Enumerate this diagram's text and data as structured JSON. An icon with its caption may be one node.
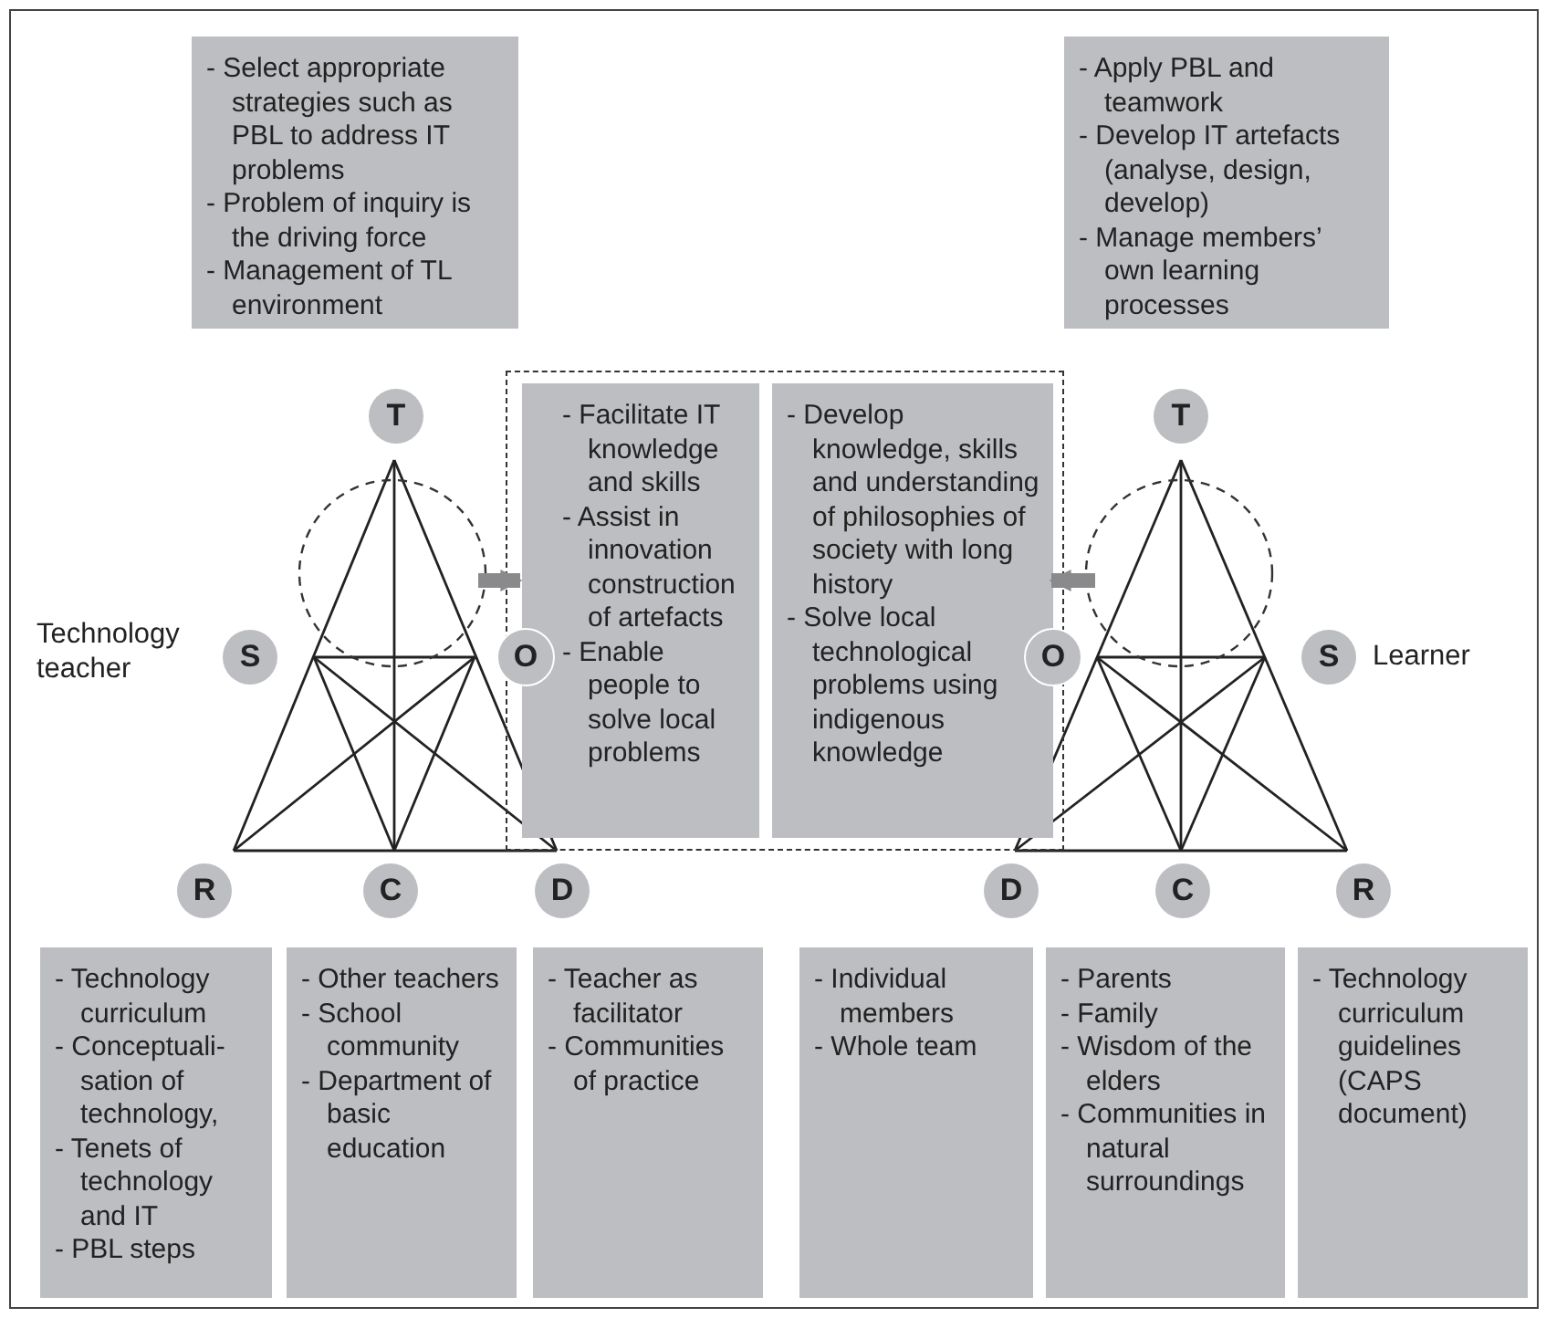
{
  "diagram": {
    "nodes": [
      {
        "text": [
          "- Select appropriate strategies such as PBL to address IT problems",
          "- Problem of inquiry is the driving force",
          "- Management of TL environment"
        ]
      },
      {
        "text": [
          "- Apply PBL and teamwork",
          "- Develop IT artefacts (analyse, design, develop)",
          "- Manage members’ own learning processes"
        ]
      },
      {
        "text": [],
        "shape": "box"
      },
      {
        "text": [
          "- Facilitate IT knowledge and skills",
          "- Assist in innovation construction of artefacts",
          "- Enable people to solve local problems"
        ],
        "in": 2
      },
      {
        "text": [
          "- Develop knowledge, skills and understanding of philosophies of society with long history",
          "- Solve local technological problems using indigenous knowledge"
        ],
        "in": 2
      },
      {
        "text": [
          "T"
        ]
      },
      {
        "text": [
          "T"
        ]
      },
      {
        "text": [
          "S"
        ],
        "beside": [
          "Technology teacher"
        ]
      },
      {
        "text": [
          "O"
        ]
      },
      {
        "text": [
          "O"
        ]
      },
      {
        "text": [
          "S"
        ],
        "beside": [
          "Learner"
        ]
      },
      {
        "text": [
          "R"
        ]
      },
      {
        "text": [
          "C"
        ]
      },
      {
        "text": [
          "D"
        ]
      },
      {
        "text": [
          "D"
        ]
      },
      {
        "text": [
          "C"
        ]
      },
      {
        "text": [
          "R"
        ]
      },
      {
        "text": [
          "- Technology curriculum",
          "- Conceptuali-sation of technology,",
          "- Tenets of technology and IT",
          "- PBL steps"
        ]
      },
      {
        "text": [
          "- Other teachers",
          "- School community",
          "- Department of basic education"
        ]
      },
      {
        "text": [
          "- Teacher as facilitator",
          "- Communities of practice"
        ]
      },
      {
        "text": [
          "- Individual members",
          "- Whole team"
        ]
      },
      {
        "text": [
          "- Parents",
          "- Family",
          "- Wisdom of the elders",
          "- Communities in natural surroundings"
        ]
      },
      {
        "text": [
          "- Technology curriculum guidelines (CAPS document)"
        ]
      }
    ],
    "edges": [
      {
        "from": null,
        "to": 3,
        "arrow": "to"
      },
      {
        "from": null,
        "to": 4,
        "arrow": "to"
      }
    ]
  }
}
